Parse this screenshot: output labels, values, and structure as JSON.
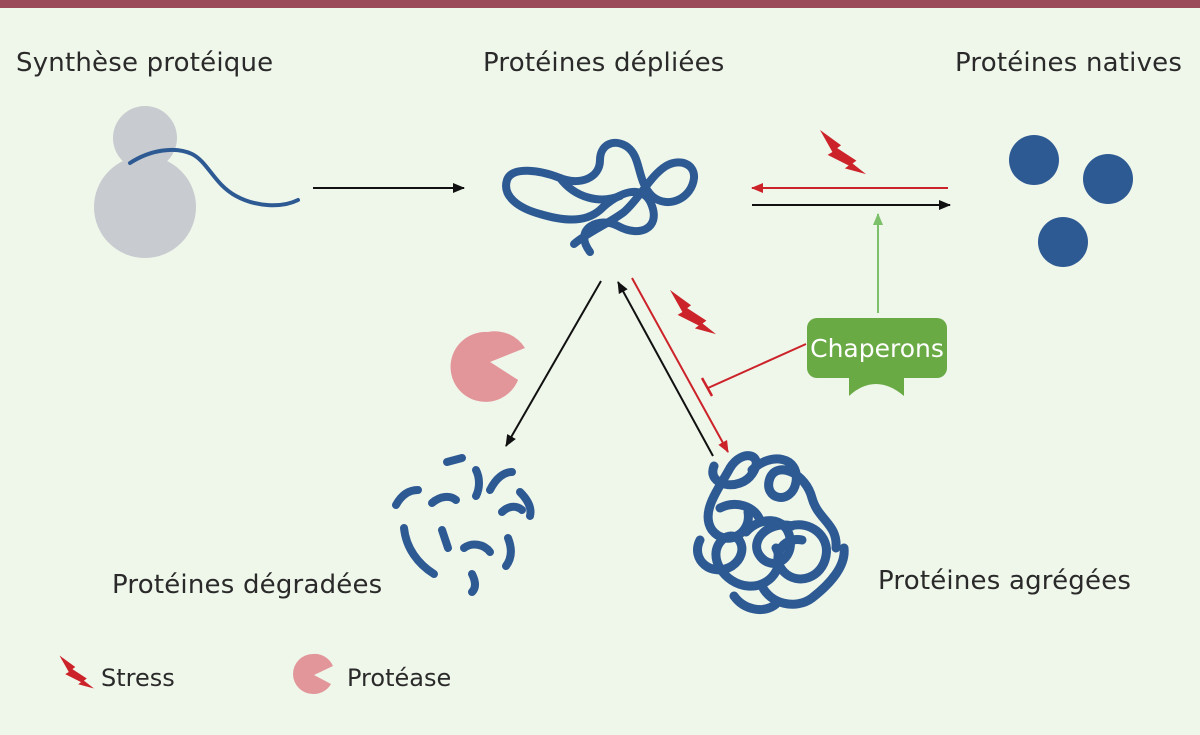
{
  "labels": {
    "synthesis": "Synthèse protéique",
    "unfolded": "Protéines dépliées",
    "native": "Protéines natives",
    "degraded": "Protéines dégradées",
    "aggregated": "Protéines agrégées",
    "chaperons": "Chaperons"
  },
  "legend": {
    "stress": "Stress",
    "protease": "Protéase"
  },
  "icons": {
    "stress": "lightning-bolt-icon",
    "protease": "pacman-protease-icon",
    "ribosome": "ribosome-icon"
  },
  "colors": {
    "background": "#eff6ea",
    "top_bar": "#9b4a5a",
    "protein": "#2e5a94",
    "stress_arrow": "#cc2229",
    "chaperon_green": "#6aaa45",
    "chaperon_arrow": "#7dc06a",
    "protease": "#e3969a",
    "ribosome": "#c8cbcf"
  }
}
